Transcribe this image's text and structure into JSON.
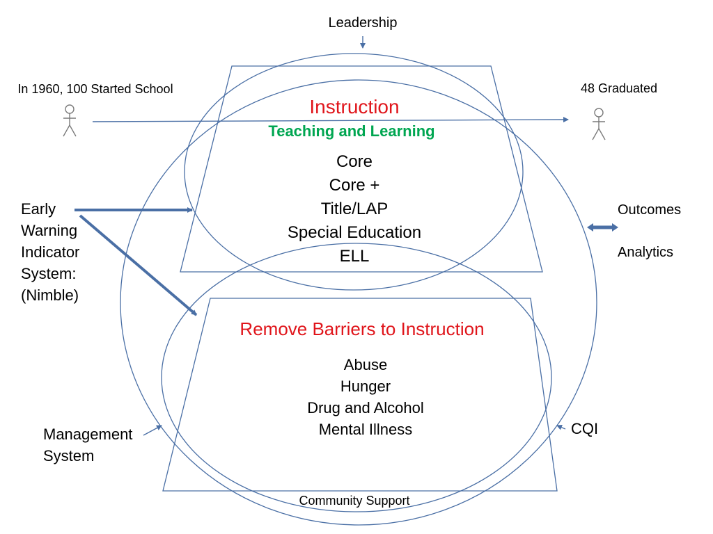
{
  "top_label": "Leadership",
  "left_person_label": "In 1960, 100 Started School",
  "right_person_label": "48 Graduated",
  "instruction": {
    "title": "Instruction",
    "subtitle": "Teaching and Learning",
    "items": [
      "Core",
      "Core +",
      "Title/LAP",
      "Special Education",
      "ELL"
    ]
  },
  "barriers": {
    "title": "Remove Barriers to Instruction",
    "items": [
      "Abuse",
      "Hunger",
      "Drug and Alcohol",
      "Mental Illness"
    ]
  },
  "early_warning": [
    "Early",
    "Warning",
    "Indicator",
    "System:",
    "(Nimble)"
  ],
  "outcomes": [
    "Outcomes",
    "Analytics"
  ],
  "management": [
    "Management",
    "System"
  ],
  "cqi_label": "CQI",
  "community_label": "Community Support",
  "colors": {
    "accent_red": "#e0151b",
    "accent_green": "#00a651",
    "line_blue": "#4a6fa5"
  },
  "icons": [
    "person-icon",
    "double-arrow-icon"
  ]
}
